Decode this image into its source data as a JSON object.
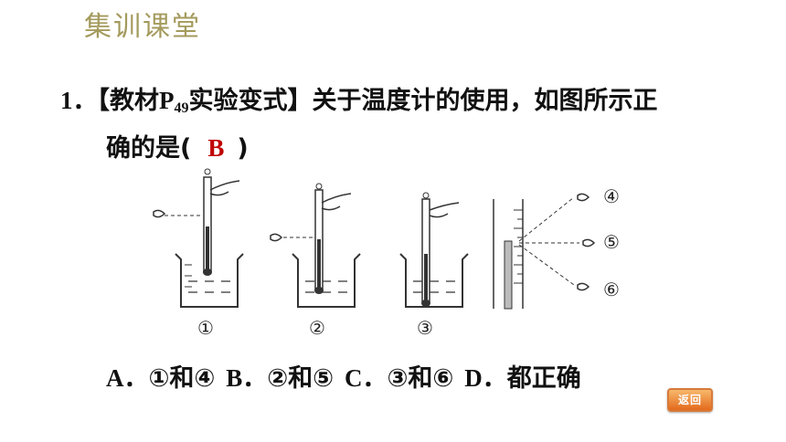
{
  "header": {
    "title": "集训课堂"
  },
  "question": {
    "number": "1．",
    "source_open": "【教材",
    "source_letter": "P",
    "source_sub": "49",
    "source_close": "实验变式】",
    "text_line1": "关于温度计的使用，如图所示正",
    "text_line2_start": "确的是(",
    "answer": "B",
    "text_line2_end": ")"
  },
  "figure": {
    "labels": [
      "①",
      "②",
      "③",
      "④",
      "⑤",
      "⑥"
    ]
  },
  "options": [
    {
      "letter": "A",
      "text": "．①和④"
    },
    {
      "letter": "B",
      "text": "．②和⑤"
    },
    {
      "letter": "C",
      "text": "．③和⑥"
    },
    {
      "letter": "D",
      "text": "．都正确"
    }
  ],
  "back_button": {
    "label": "返回"
  },
  "colors": {
    "header": "#a49a5c",
    "answer": "#c00000",
    "button": "#e46a1c"
  }
}
